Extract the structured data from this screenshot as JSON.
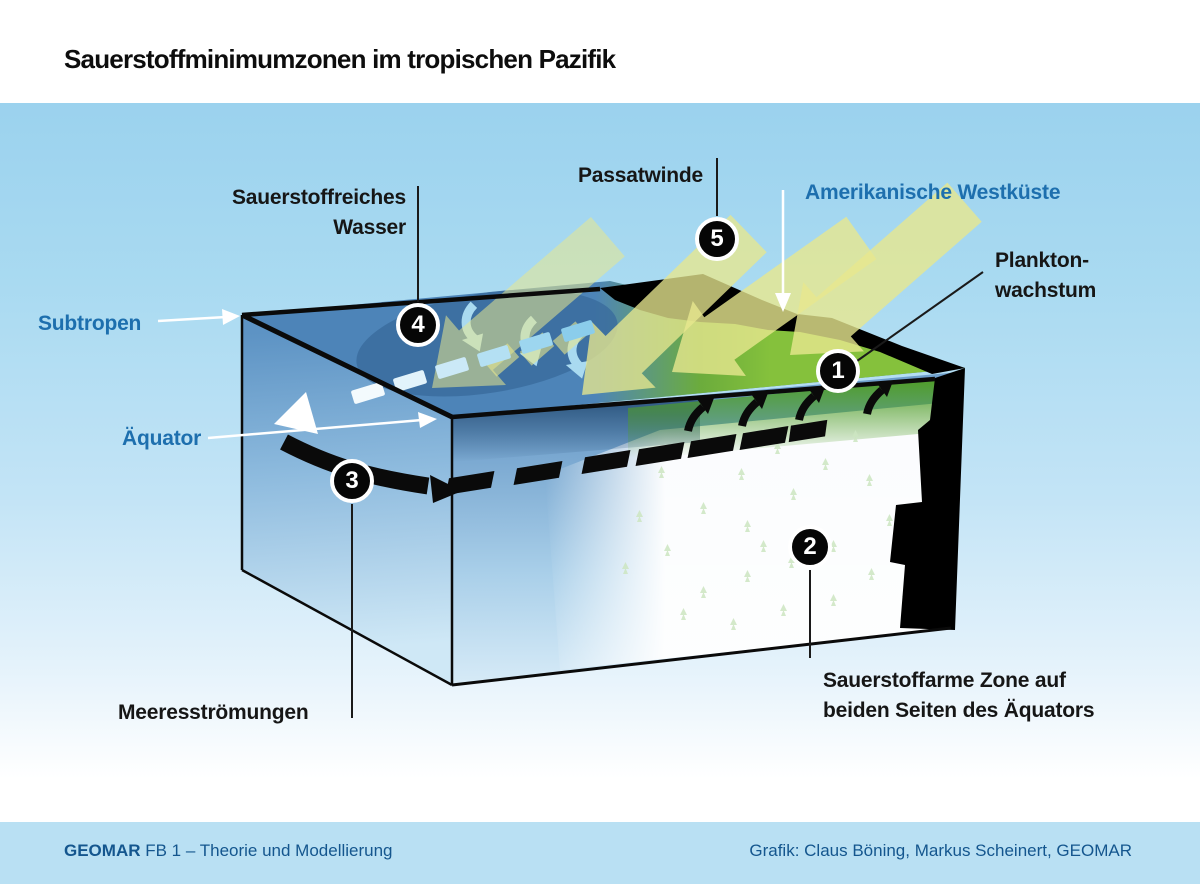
{
  "title": "Sauerstoffminimumzonen im tropischen Pazifik",
  "labels": {
    "oxygen_rich": {
      "line1": "Sauerstoffreiches",
      "line2": "Wasser"
    },
    "trade_winds": "Passatwinde",
    "west_coast": "Amerikanische Westküste",
    "plankton": {
      "line1": "Plankton-",
      "line2": "wachstum"
    },
    "subtropics": "Subtropen",
    "equator": "Äquator",
    "currents": "Meeresströmungen",
    "oxygen_poor": {
      "line1": "Sauerstoffarme Zone auf",
      "line2": "beiden Seiten des Äquators"
    }
  },
  "markers": {
    "m1": "1",
    "m2": "2",
    "m3": "3",
    "m4": "4",
    "m5": "5"
  },
  "footer": {
    "org": "GEOMAR",
    "left_text": "FB 1 – Theorie und Modellierung",
    "credit": "Grafik: Claus Böning, Markus Scheinert, GEOMAR"
  },
  "colors": {
    "label_blue": "#1d6fae",
    "footer_text": "#14568e",
    "footer_bar": "#b9e0f3",
    "sky_top": "#9cd3ee",
    "ocean_surface_blue": "#4d84b8",
    "plankton_green": "#7cb931",
    "wind_yellow": "#e7e78e",
    "coast_black": "#000000"
  }
}
